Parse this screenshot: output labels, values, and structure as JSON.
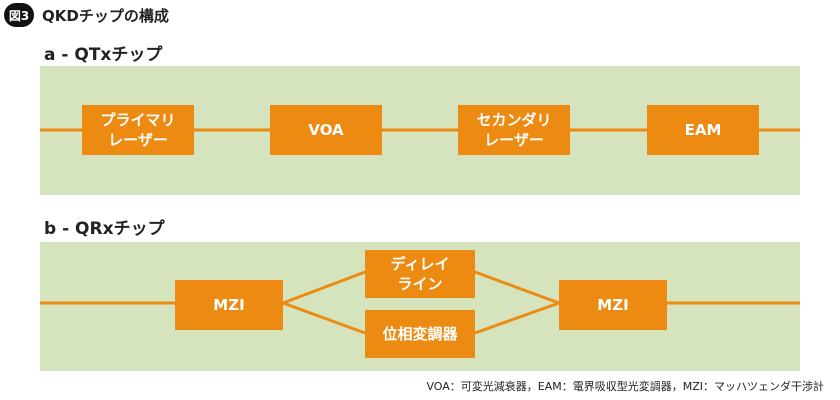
{
  "header": {
    "badge": "図3",
    "title": "QKDチップの構成"
  },
  "section_a": {
    "title": "a - QTxチップ",
    "components": [
      {
        "lines": [
          "プライマリ",
          "レーザー"
        ]
      },
      {
        "lines": [
          "VOA"
        ]
      },
      {
        "lines": [
          "セカンダリ",
          "レーザー"
        ]
      },
      {
        "lines": [
          "EAM"
        ]
      }
    ]
  },
  "section_b": {
    "title": "b - QRxチップ",
    "components": {
      "mzi_left": "MZI",
      "delay_line": [
        "ディレイ",
        "ライン"
      ],
      "phase_modulator": "位相変調器",
      "mzi_right": "MZI"
    }
  },
  "footnote": "VOA：可変光減衰器，EAM：電界吸収型光変調器，MZI：マッハツェンダ干渉計",
  "colors": {
    "panel": "#d5e4bd",
    "component": "#ec8a12",
    "line": "#ec8a12",
    "badge": "#111111"
  }
}
